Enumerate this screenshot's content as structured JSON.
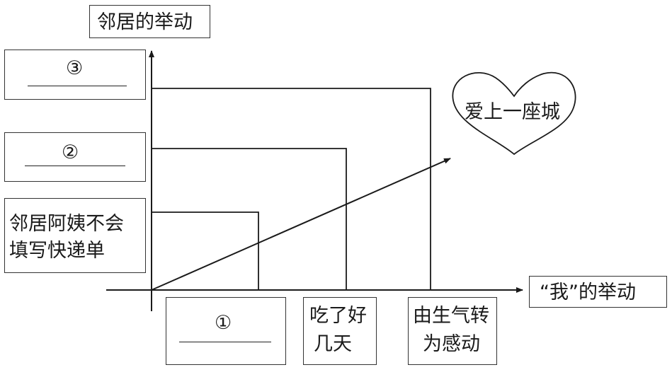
{
  "y_axis_label": "邻居的举动",
  "x_axis_label": "“我”的举动",
  "heart_label": "爱上一座城",
  "left_boxes": {
    "box3_marker": "③",
    "box2_marker": "②",
    "box1_line1": "邻居阿姨不会",
    "box1_line2": "填写快递单"
  },
  "bottom_boxes": {
    "box1_marker": "①",
    "box2_line1": "吃了好",
    "box2_line2": "几天",
    "box3_line1": "由生气转",
    "box3_line2": "为感动"
  }
}
